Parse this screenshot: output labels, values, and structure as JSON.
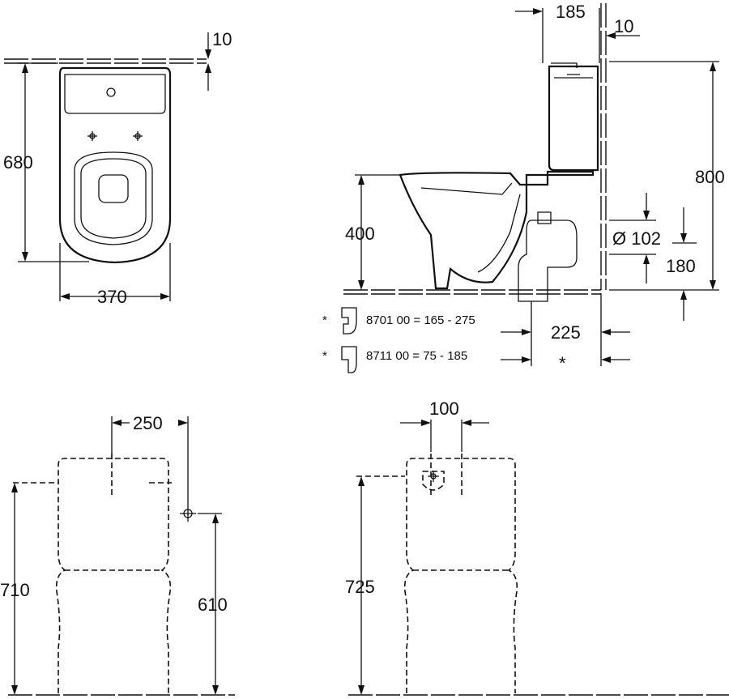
{
  "top_view": {
    "width": "370",
    "depth": "680",
    "wall_gap": "10"
  },
  "side_view": {
    "tank_depth": "185",
    "wall_gap": "10",
    "height": "800",
    "seat_height": "400",
    "outlet_diameter": "Ø 102",
    "outlet_height": "180",
    "outlet_distance": "225",
    "asterisk": "*"
  },
  "notes": [
    {
      "marker": "*",
      "text": "8701 00 = 165 - 275"
    },
    {
      "marker": "*",
      "text": "8711 00 = 75 - 185"
    }
  ],
  "back_view": {
    "offset": "250",
    "total_height": "710",
    "inlet_height": "610"
  },
  "front_view": {
    "offset": "100",
    "total_height": "725"
  }
}
